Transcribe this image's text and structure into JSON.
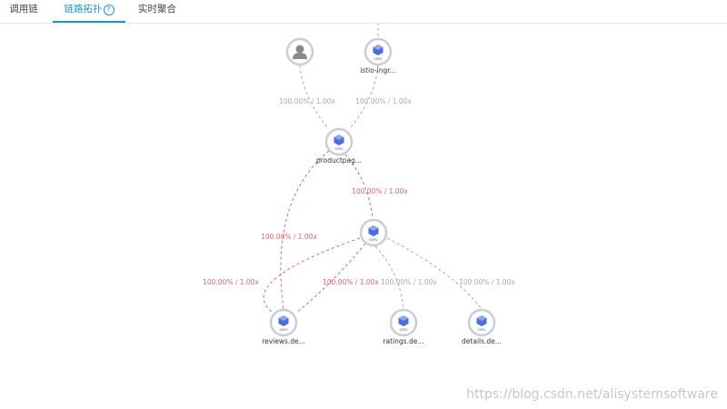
{
  "tabs": [
    {
      "label": "调用链",
      "active": false
    },
    {
      "label": "链路拓扑",
      "active": true,
      "help": "?"
    },
    {
      "label": "实时聚合",
      "active": false
    }
  ],
  "colors": {
    "accent": "#1e95d4",
    "edge_gray": "#a8a8a8",
    "edge_red": "#e06666",
    "node_blue": "#4a6ee0",
    "node_ring": "#c9cdd6"
  },
  "topology": {
    "nodes": [
      {
        "id": "user",
        "type": "user",
        "label": ""
      },
      {
        "id": "istio",
        "type": "service",
        "label": "istio-ingr...",
        "badge": "SERV"
      },
      {
        "id": "productpage",
        "type": "service",
        "label": "productpag...",
        "badge": "SERV"
      },
      {
        "id": "reviews_mid",
        "type": "service",
        "label": "",
        "badge": "SERV"
      },
      {
        "id": "reviews",
        "type": "service",
        "label": "reviews.de...",
        "badge": "SERV"
      },
      {
        "id": "ratings",
        "type": "service",
        "label": "ratings.de...",
        "badge": "SERV"
      },
      {
        "id": "details",
        "type": "service",
        "label": "details.de...",
        "badge": "SERV"
      }
    ],
    "edges": [
      {
        "from": "user",
        "to": "productpage",
        "label": "100.00% / 1.00x",
        "status": "normal"
      },
      {
        "from": "istio",
        "to": "productpage",
        "label": "100.00% / 1.00x",
        "status": "normal"
      },
      {
        "from": "productpage",
        "to": "reviews_mid",
        "label": "100.00% / 1.00x",
        "status": "error"
      },
      {
        "from": "productpage",
        "to": "reviews",
        "label": "100.00% / 1.00x",
        "status": "error"
      },
      {
        "from": "reviews_mid",
        "to": "reviews",
        "label": "100.00% / 1.00x",
        "status": "error"
      },
      {
        "from": "reviews_mid",
        "to": "reviews",
        "label": "100.00% / 1.00x",
        "status": "error"
      },
      {
        "from": "reviews_mid",
        "to": "ratings",
        "label": "100.00% / 1.00x",
        "status": "normal"
      },
      {
        "from": "reviews_mid",
        "to": "details",
        "label": "100.00% / 1.00x",
        "status": "normal"
      }
    ]
  },
  "watermark": "https://blog.csdn.net/alisystemsoftware"
}
